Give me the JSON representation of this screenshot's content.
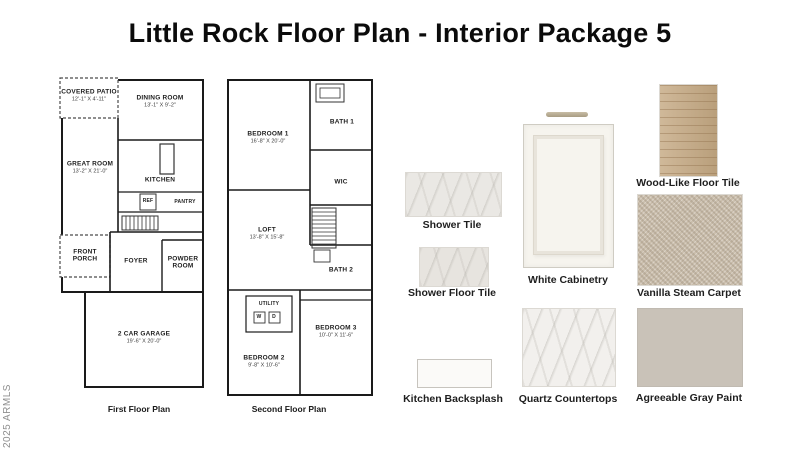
{
  "title": "Little Rock Floor Plan - Interior Package 5",
  "watermark": "2025 ARMLS",
  "plans": {
    "first": {
      "caption": "First Floor Plan",
      "rooms": {
        "covered_patio": {
          "name": "COVERED PATIO",
          "dims": "12'-1\" X 4'-11\""
        },
        "dining_room": {
          "name": "DINING ROOM",
          "dims": "13'-1\" X 9'-2\""
        },
        "great_room": {
          "name": "GREAT ROOM",
          "dims": "13'-2\" X 21'-0\""
        },
        "kitchen": {
          "name": "KITCHEN"
        },
        "ref": {
          "name": "REF"
        },
        "pantry": {
          "name": "PANTRY"
        },
        "front_porch": {
          "name": "FRONT PORCH"
        },
        "foyer": {
          "name": "FOYER"
        },
        "powder_room": {
          "name": "POWDER ROOM"
        },
        "garage": {
          "name": "2 CAR GARAGE",
          "dims": "19'-6\" X 20'-0\""
        }
      }
    },
    "second": {
      "caption": "Second Floor Plan",
      "rooms": {
        "bedroom1": {
          "name": "BEDROOM 1",
          "dims": "16'-8\" X 20'-0\""
        },
        "bath1": {
          "name": "BATH 1"
        },
        "wic": {
          "name": "WIC"
        },
        "loft": {
          "name": "LOFT",
          "dims": "13'-8\" X 15'-8\""
        },
        "bath2": {
          "name": "BATH 2"
        },
        "utility": {
          "name": "UTILITY",
          "washer": "W",
          "dryer": "D"
        },
        "bedroom3": {
          "name": "BEDROOM 3",
          "dims": "10'-0\" X 11'-6\""
        },
        "bedroom2": {
          "name": "BEDROOM 2",
          "dims": "9'-8\" X 10'-6\""
        }
      }
    }
  },
  "swatches": [
    {
      "id": "shower-tile",
      "label": "Shower Tile",
      "color": "#eae8e4"
    },
    {
      "id": "shower-floor-tile",
      "label": "Shower Floor Tile",
      "color": "#e7e4df"
    },
    {
      "id": "kitchen-backsplash",
      "label": "Kitchen Backsplash",
      "color": "#fbfaf8"
    },
    {
      "id": "white-cabinetry",
      "label": "White Cabinetry",
      "color": "#f6f4ee"
    },
    {
      "id": "quartz-countertops",
      "label": "Quartz Countertops",
      "color": "#f2f0ed"
    },
    {
      "id": "wood-like-floor-tile",
      "label": "Wood-Like Floor Tile",
      "color": "#c5a983"
    },
    {
      "id": "vanilla-steam-carpet",
      "label": "Vanilla Steam Carpet",
      "color": "#cbbfad"
    },
    {
      "id": "agreeable-gray-paint",
      "label": "Agreeable Gray Paint",
      "color": "#c9c2b8"
    }
  ]
}
